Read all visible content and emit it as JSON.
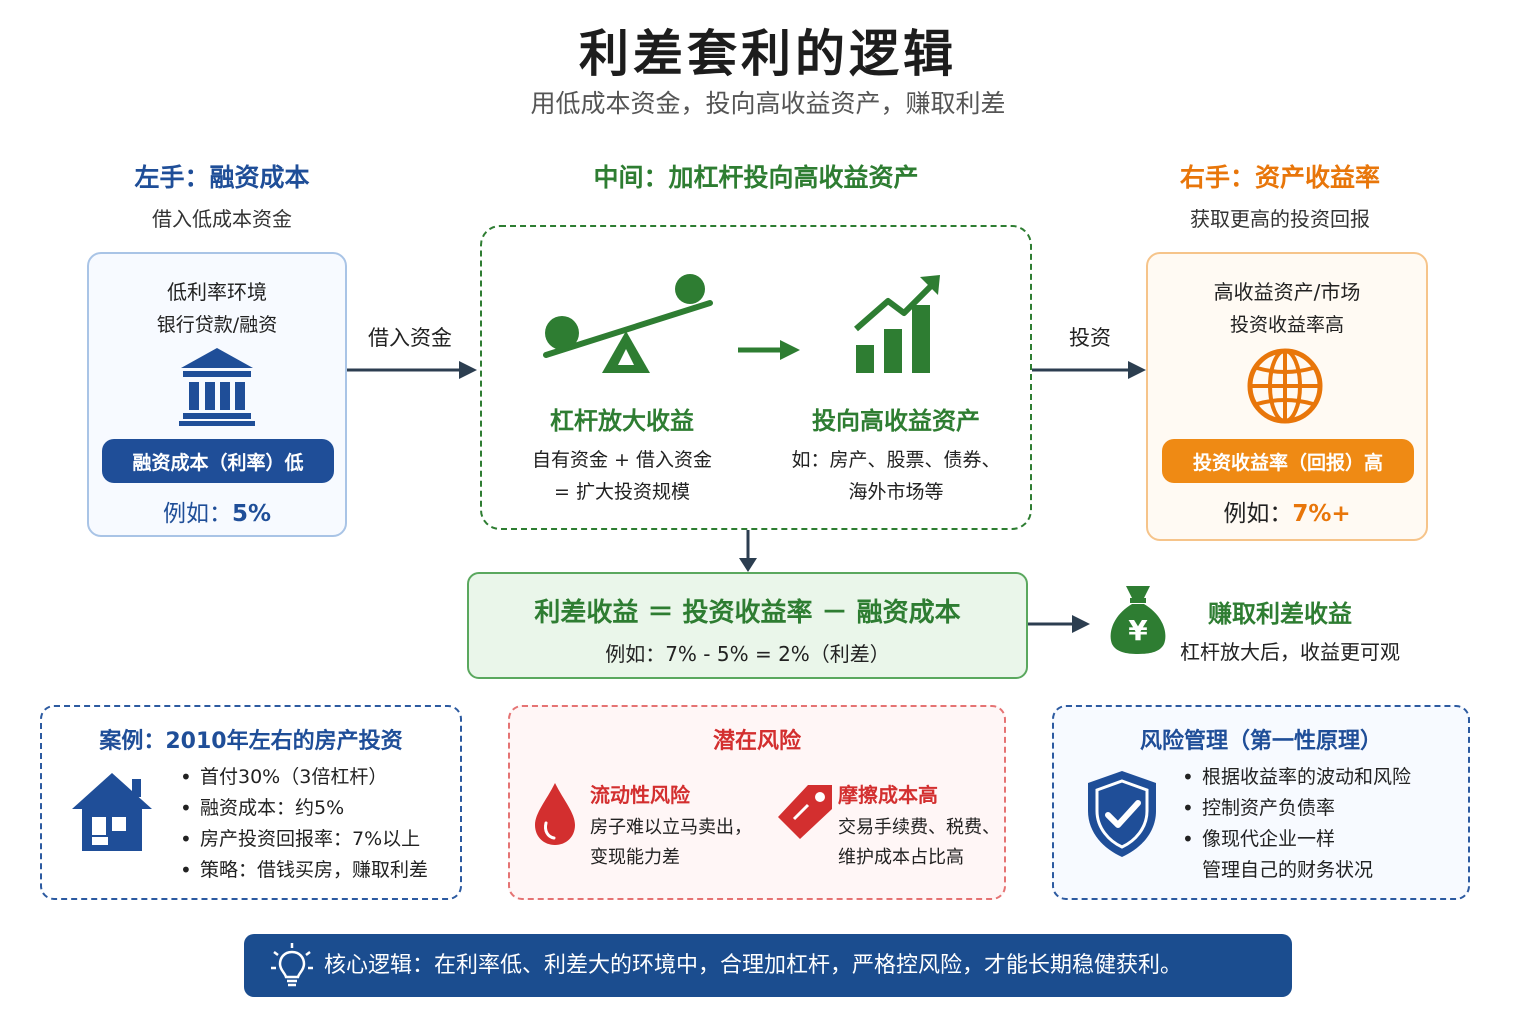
{
  "title": "利差套利的逻辑",
  "subtitle": "用低成本资金，投向高收益资产，赚取利差",
  "left": {
    "heading": "左手：融资成本",
    "sub": "借入低成本资金",
    "line1": "低利率环境",
    "line2": "银行贷款/融资",
    "pill": "融资成本（利率）低",
    "example_prefix": "例如：",
    "example_value": "5%"
  },
  "middle": {
    "heading": "中间：加杠杆投向高收益资产",
    "leverage_title": "杠杆放大收益",
    "leverage_line1": "自有资金 + 借入资金",
    "leverage_line2": "= 扩大投资规模",
    "invest_title": "投向高收益资产",
    "invest_line1": "如：房产、股票、债券、",
    "invest_line2": "海外市场等"
  },
  "right": {
    "heading": "右手：资产收益率",
    "sub": "获取更高的投资回报",
    "line1": "高收益资产/市场",
    "line2": "投资收益率高",
    "pill": "投资收益率（回报）高",
    "example_prefix": "例如：",
    "example_value": "7%+"
  },
  "arrows": {
    "borrow": "借入资金",
    "invest": "投资"
  },
  "formula": {
    "main": "利差收益 ＝ 投资收益率 － 融资成本",
    "example": "例如：7% - 5% = 2%（利差）"
  },
  "earn": {
    "title": "赚取利差收益",
    "sub": "杠杆放大后，收益更可观",
    "icon_glyph": "¥"
  },
  "case": {
    "title": "案例：2010年左右的房产投资",
    "items": [
      "首付30%（3倍杠杆）",
      "融资成本：约5%",
      "房产投资回报率：7%以上",
      "策略：借钱买房，赚取利差"
    ]
  },
  "risk": {
    "title": "潜在风险",
    "liquidity_title": "流动性风险",
    "liquidity_line1": "房子难以立马卖出，",
    "liquidity_line2": "变现能力差",
    "friction_title": "摩擦成本高",
    "friction_line1": "交易手续费、税费、",
    "friction_line2": "维护成本占比高"
  },
  "mgmt": {
    "title": "风险管理（第一性原理）",
    "items": [
      "根据收益率的波动和风险",
      "控制资产负债率",
      "像现代企业一样"
    ],
    "continuation": "管理自己的财务状况"
  },
  "core": "核心逻辑：在利率低、利差大的环境中，合理加杠杆，严格控风险，才能长期稳健获利。",
  "colors": {
    "blue": "#1f4e98",
    "green": "#2e7d32",
    "orange": "#e8760a",
    "red": "#d32f2f",
    "dark_navy": "#1b4d8f"
  }
}
